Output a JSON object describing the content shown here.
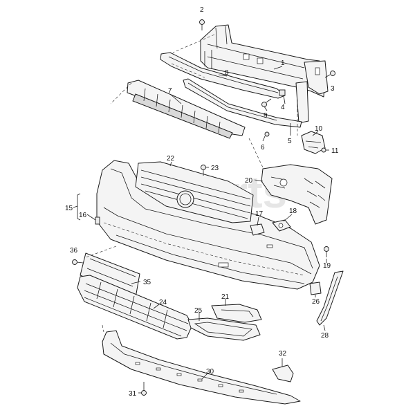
{
  "diagram": {
    "watermark": "Parts",
    "callouts": [
      "1",
      "2",
      "3",
      "4",
      "5",
      "6",
      "7",
      "8",
      "9",
      "10",
      "11",
      "15",
      "16",
      "17",
      "18",
      "19",
      "20",
      "21",
      "22",
      "23",
      "24",
      "25",
      "26",
      "28",
      "30",
      "31",
      "32",
      "35",
      "36"
    ]
  }
}
